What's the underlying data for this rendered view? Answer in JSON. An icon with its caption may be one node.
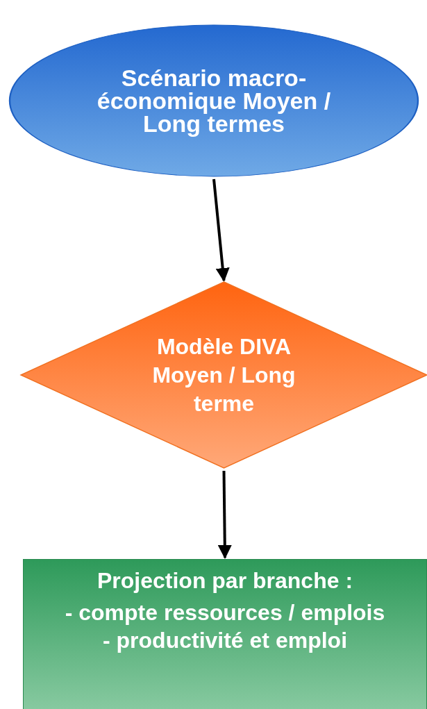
{
  "diagram": {
    "nodes": [
      {
        "text": [
          "Scénario macro-économique Moyen / Long termes"
        ]
      },
      {
        "text": [
          "Modèle DIVA Moyen / Long terme"
        ]
      },
      {
        "text": [
          "Projection par branche :",
          "- compte ressources / emplois",
          "- productivité et emploi"
        ]
      }
    ],
    "edges": [
      {
        "from": 0,
        "to": 1,
        "arrow": "to"
      },
      {
        "from": 1,
        "to": 2,
        "arrow": "to"
      }
    ]
  }
}
